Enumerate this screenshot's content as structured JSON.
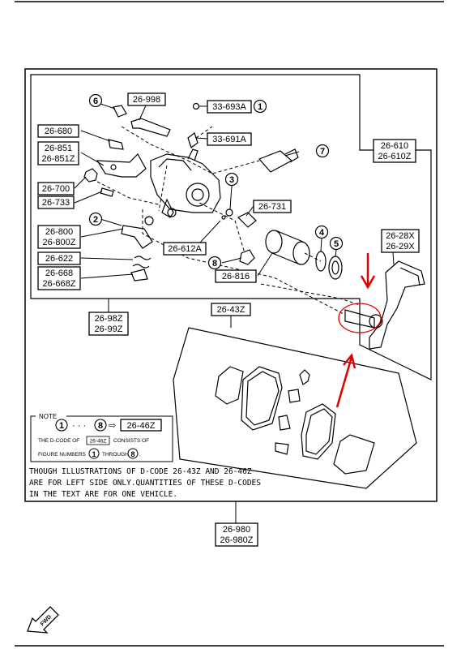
{
  "parts": {
    "p26_998": "26-998",
    "p33_693a": "33-693A",
    "p26_680": "26-680",
    "p33_691a": "33-691A",
    "p26_851": "26-851",
    "p26_851z": "26-851Z",
    "p26_610": "26-610",
    "p26_610z": "26-610Z",
    "p26_700": "26-700",
    "p26_733": "26-733",
    "p26_731": "26-731",
    "p26_800": "26-800",
    "p26_800z": "26-800Z",
    "p26_612a": "26-612A",
    "p26_28x": "26-28X",
    "p26_29x": "26-29X",
    "p26_622": "26-622",
    "p26_668": "26-668",
    "p26_668z": "26-668Z",
    "p26_816": "26-816",
    "p26_98z": "26-98Z",
    "p26_99z": "26-99Z",
    "p26_43z": "26-43Z",
    "p26_980": "26-980",
    "p26_980z": "26-980Z"
  },
  "callouts": {
    "c1": "1",
    "c2": "2",
    "c3": "3",
    "c4": "4",
    "c5": "5",
    "c6": "6",
    "c7": "7",
    "c8": "8"
  },
  "note": {
    "title": "NOTE",
    "start": "1",
    "dots": "· · ·",
    "end": "8",
    "arrow": "⇨",
    "code": "26-46Z",
    "line1_a": "THE D-CODE OF",
    "line1_code": "26-46Z",
    "line1_b": "CONSISTS OF",
    "line2_a": "FIGURE NUMBERS",
    "line2_n1": "1",
    "line2_b": "THROUGH",
    "line2_n2": "8",
    "line2_c": "."
  },
  "disclaimer": {
    "line1": "THOUGH ILLUSTRATIONS OF D-CODE 26-43Z AND 26-46Z",
    "line2": "ARE FOR LEFT SIDE ONLY.QUANTITIES OF THESE D-CODES",
    "line3": "IN THE TEXT ARE FOR ONE VEHICLE."
  },
  "fwd_label": "FWD",
  "colors": {
    "annotation": "#e00000",
    "line": "#000000"
  }
}
